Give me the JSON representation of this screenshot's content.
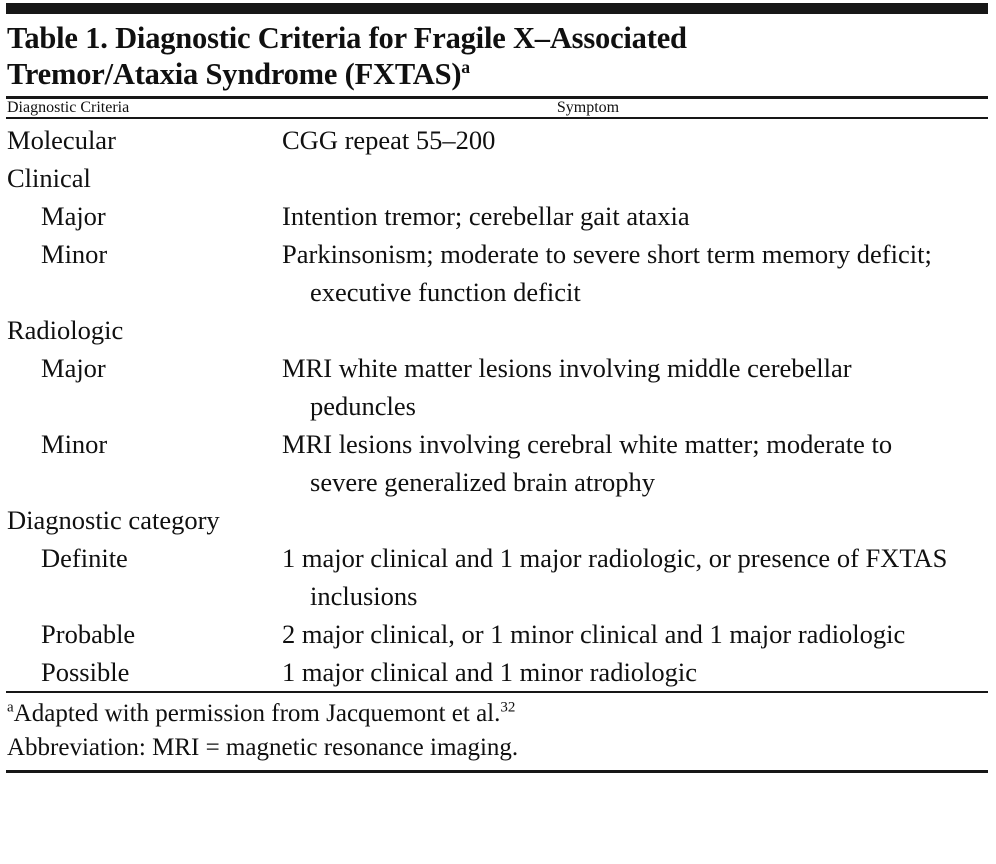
{
  "table": {
    "title_main": "Table 1. Diagnostic Criteria for Fragile X–Associated Tremor/Ataxia Syndrome (FXTAS)",
    "title_footnote_marker": "a",
    "columns": [
      {
        "key": "criteria",
        "label": "Diagnostic Criteria"
      },
      {
        "key": "symptom",
        "label": "Symptom"
      }
    ],
    "rows": [
      {
        "label": "Molecular",
        "indent": false,
        "value": "CGG repeat 55–200"
      },
      {
        "label": "Clinical",
        "indent": false,
        "value": ""
      },
      {
        "label": "Major",
        "indent": true,
        "value": "Intention tremor; cerebellar gait ataxia"
      },
      {
        "label": "Minor",
        "indent": true,
        "value": "Parkinsonism; moderate to severe short term memory deficit; executive function deficit"
      },
      {
        "label": "Radiologic",
        "indent": false,
        "value": ""
      },
      {
        "label": "Major",
        "indent": true,
        "value": "MRI white matter lesions involving middle cerebellar peduncles"
      },
      {
        "label": "Minor",
        "indent": true,
        "value": "MRI lesions involving cerebral white matter; moderate to severe generalized brain atrophy"
      },
      {
        "label": "Diagnostic category",
        "indent": false,
        "value": ""
      },
      {
        "label": "Definite",
        "indent": true,
        "value": "1 major clinical and 1 major radiologic, or presence of FXTAS inclusions"
      },
      {
        "label": "Probable",
        "indent": true,
        "value": "2 major clinical, or 1 minor clinical and 1 major radiologic"
      },
      {
        "label": "Possible",
        "indent": true,
        "value": "1 major clinical and 1 minor radiologic"
      }
    ],
    "footnotes": [
      {
        "marker": "a",
        "text_before": "Adapted with permission from Jacquemont et al.",
        "reference_superscript": "32",
        "text_after": ""
      },
      {
        "marker": "",
        "text_before": "Abbreviation: MRI = magnetic resonance imaging.",
        "reference_superscript": "",
        "text_after": ""
      }
    ]
  },
  "style": {
    "rule_color": "#171717",
    "text_color": "#101010",
    "background": "#ffffff"
  }
}
